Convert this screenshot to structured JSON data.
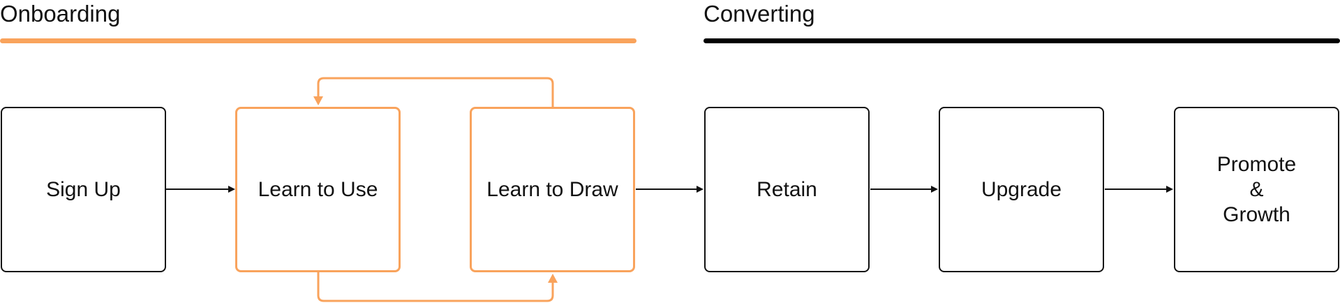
{
  "sections": {
    "onboarding": {
      "title": "Onboarding",
      "color": "#f9a35c"
    },
    "converting": {
      "title": "Converting",
      "color": "#000000"
    }
  },
  "nodes": {
    "sign_up": {
      "label": "Sign Up"
    },
    "learn_to_use": {
      "label": "Learn to Use"
    },
    "learn_to_draw": {
      "label": "Learn to Draw"
    },
    "retain": {
      "label": "Retain"
    },
    "upgrade": {
      "label": "Upgrade"
    },
    "promote_growth": {
      "label": "Promote\n&\nGrowth"
    }
  },
  "colors": {
    "accent": "#f9a35c",
    "stroke": "#111111"
  }
}
